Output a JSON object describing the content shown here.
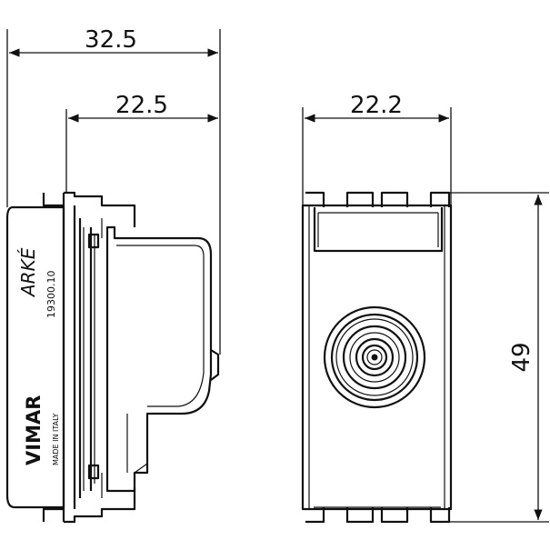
{
  "dimensions": {
    "overall_depth": "32.5",
    "body_depth": "22.5",
    "front_width": "22.2",
    "height": "49"
  },
  "markings": {
    "series": "ARKÉ",
    "code": "19300.10",
    "brand": "VIMAR",
    "origin": "MADE IN ITALY"
  },
  "colors": {
    "ink": "#111111",
    "paper": "#ffffff"
  }
}
